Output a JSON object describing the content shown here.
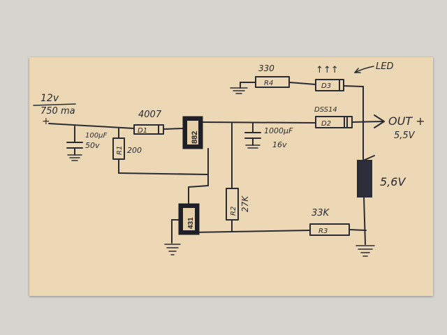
{
  "schematic": {
    "supply": {
      "voltage": "12v",
      "current": "750 ma",
      "plus": "+"
    },
    "c_in": {
      "value": "100μF",
      "voltage": "50v"
    },
    "r1": {
      "ref": "R1",
      "value": "200"
    },
    "d1": {
      "ref": "D1",
      "part": "4007"
    },
    "transistor_882": {
      "label": "882"
    },
    "transistor_431": {
      "label": "431"
    },
    "c_out": {
      "value": "1000μF",
      "voltage": "16v"
    },
    "d2": {
      "ref": "D2",
      "part": "DSS14"
    },
    "r2": {
      "ref": "R2",
      "value": "27K"
    },
    "r3": {
      "ref": "R3",
      "value": "33K"
    },
    "r4": {
      "ref": "R4",
      "value": "330"
    },
    "d3": {
      "ref": "D3",
      "arrows": "↑↑↑",
      "note": "LED"
    },
    "zener": {
      "voltage": "5,6V"
    },
    "output": {
      "label": "OUT +",
      "voltage": "5,5V"
    }
  },
  "colors": {
    "ink": "#2b2b34",
    "paper": "#ecd8b4",
    "background": "#d6d4cf"
  }
}
